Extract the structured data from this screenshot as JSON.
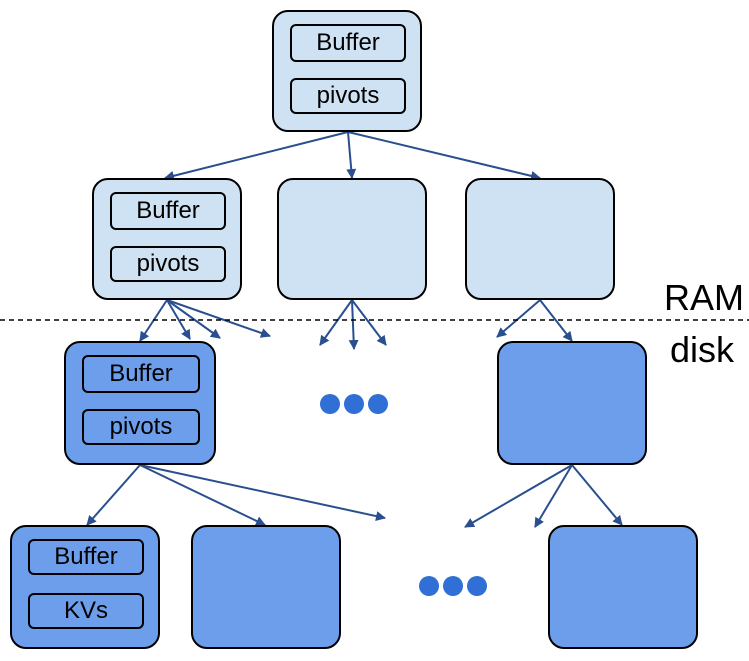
{
  "tree": {
    "buffer_label": "Buffer",
    "pivots_label": "pivots",
    "kvs_label": "KVs"
  },
  "boundary": {
    "ram_label": "RAM",
    "disk_label": "disk"
  },
  "colors": {
    "ram_node": "#cfe2f3",
    "disk_node": "#6d9eeb",
    "arrow": "#2a4f8f",
    "ellipsis_dots": "#2f6fd6"
  }
}
